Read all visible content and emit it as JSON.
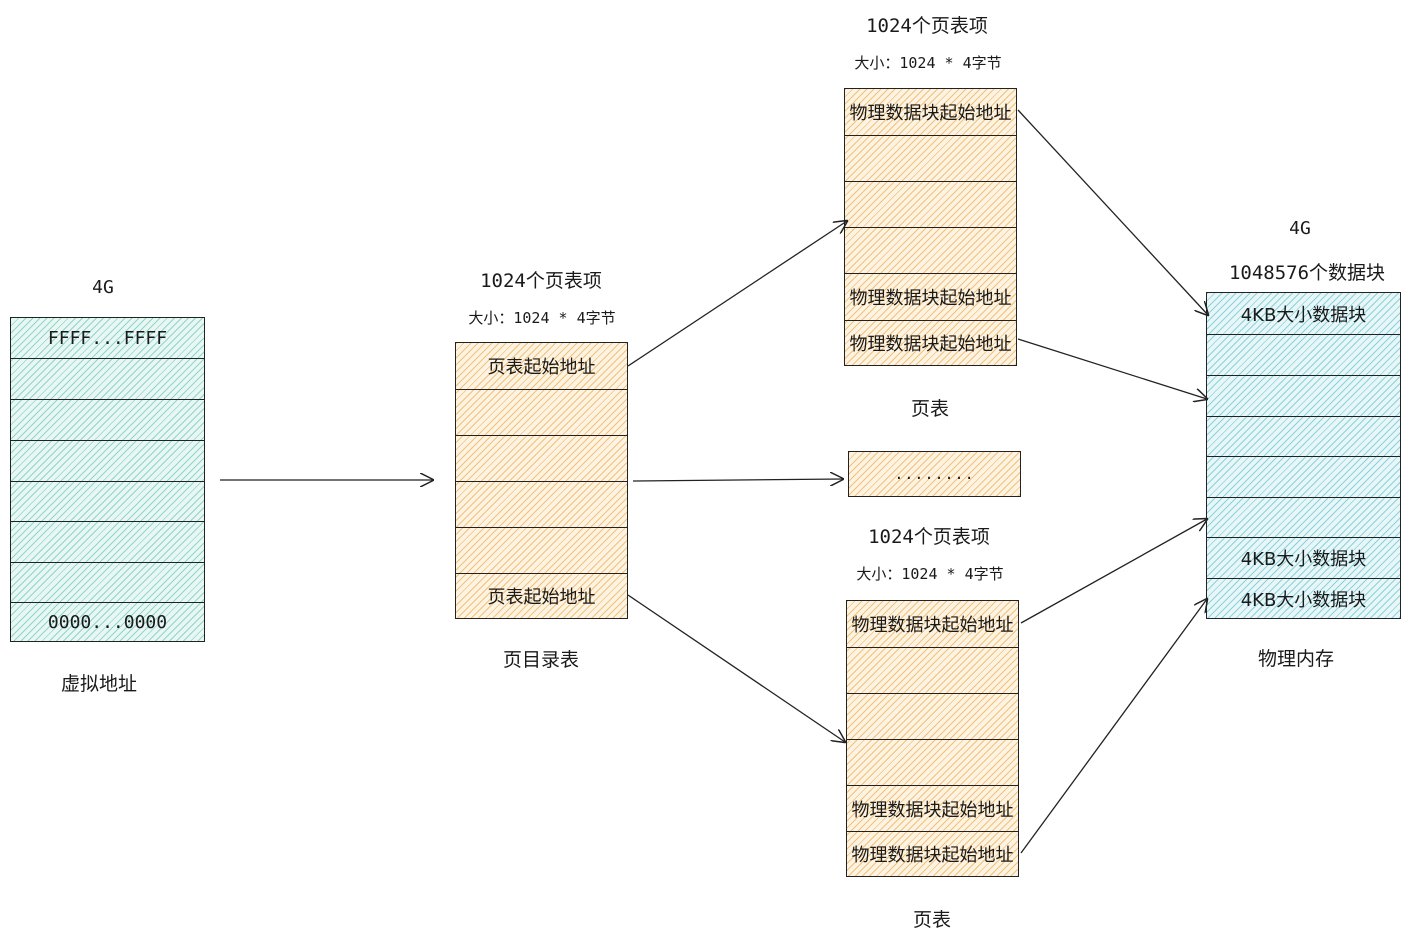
{
  "virtual": {
    "top_label": "4G",
    "rows": [
      "FFFF...FFFF",
      "",
      "",
      "",
      "",
      "",
      "",
      "0000...0000"
    ],
    "caption": "虚拟地址"
  },
  "directory": {
    "title": "1024个页表项",
    "size": "大小：1024 * 4字节",
    "rows": [
      "页表起始地址",
      "",
      "",
      "",
      "",
      "页表起始地址"
    ],
    "caption": "页目录表"
  },
  "page_table_top": {
    "title": "1024个页表项",
    "size": "大小：1024 * 4字节",
    "rows": [
      "物理数据块起始地址",
      "",
      "",
      "",
      "物理数据块起始地址",
      "物理数据块起始地址"
    ],
    "caption": "页表"
  },
  "ellipsis_box": {
    "text": "........"
  },
  "page_table_bottom": {
    "title": "1024个页表项",
    "size": "大小：1024 * 4字节",
    "rows": [
      "物理数据块起始地址",
      "",
      "",
      "",
      "物理数据块起始地址",
      "物理数据块起始地址"
    ],
    "caption": "页表"
  },
  "physical": {
    "top_label": "4G",
    "count_label": "1048576个数据块",
    "rows": [
      "4KB大小数据块",
      "",
      "",
      "",
      "",
      "",
      "4KB大小数据块",
      "4KB大小数据块"
    ],
    "caption": "物理内存"
  },
  "colors": {
    "virtual": "#8fd6c9",
    "table": "#f3c27a",
    "physical": "#8ad3dc",
    "line": "#222222"
  }
}
